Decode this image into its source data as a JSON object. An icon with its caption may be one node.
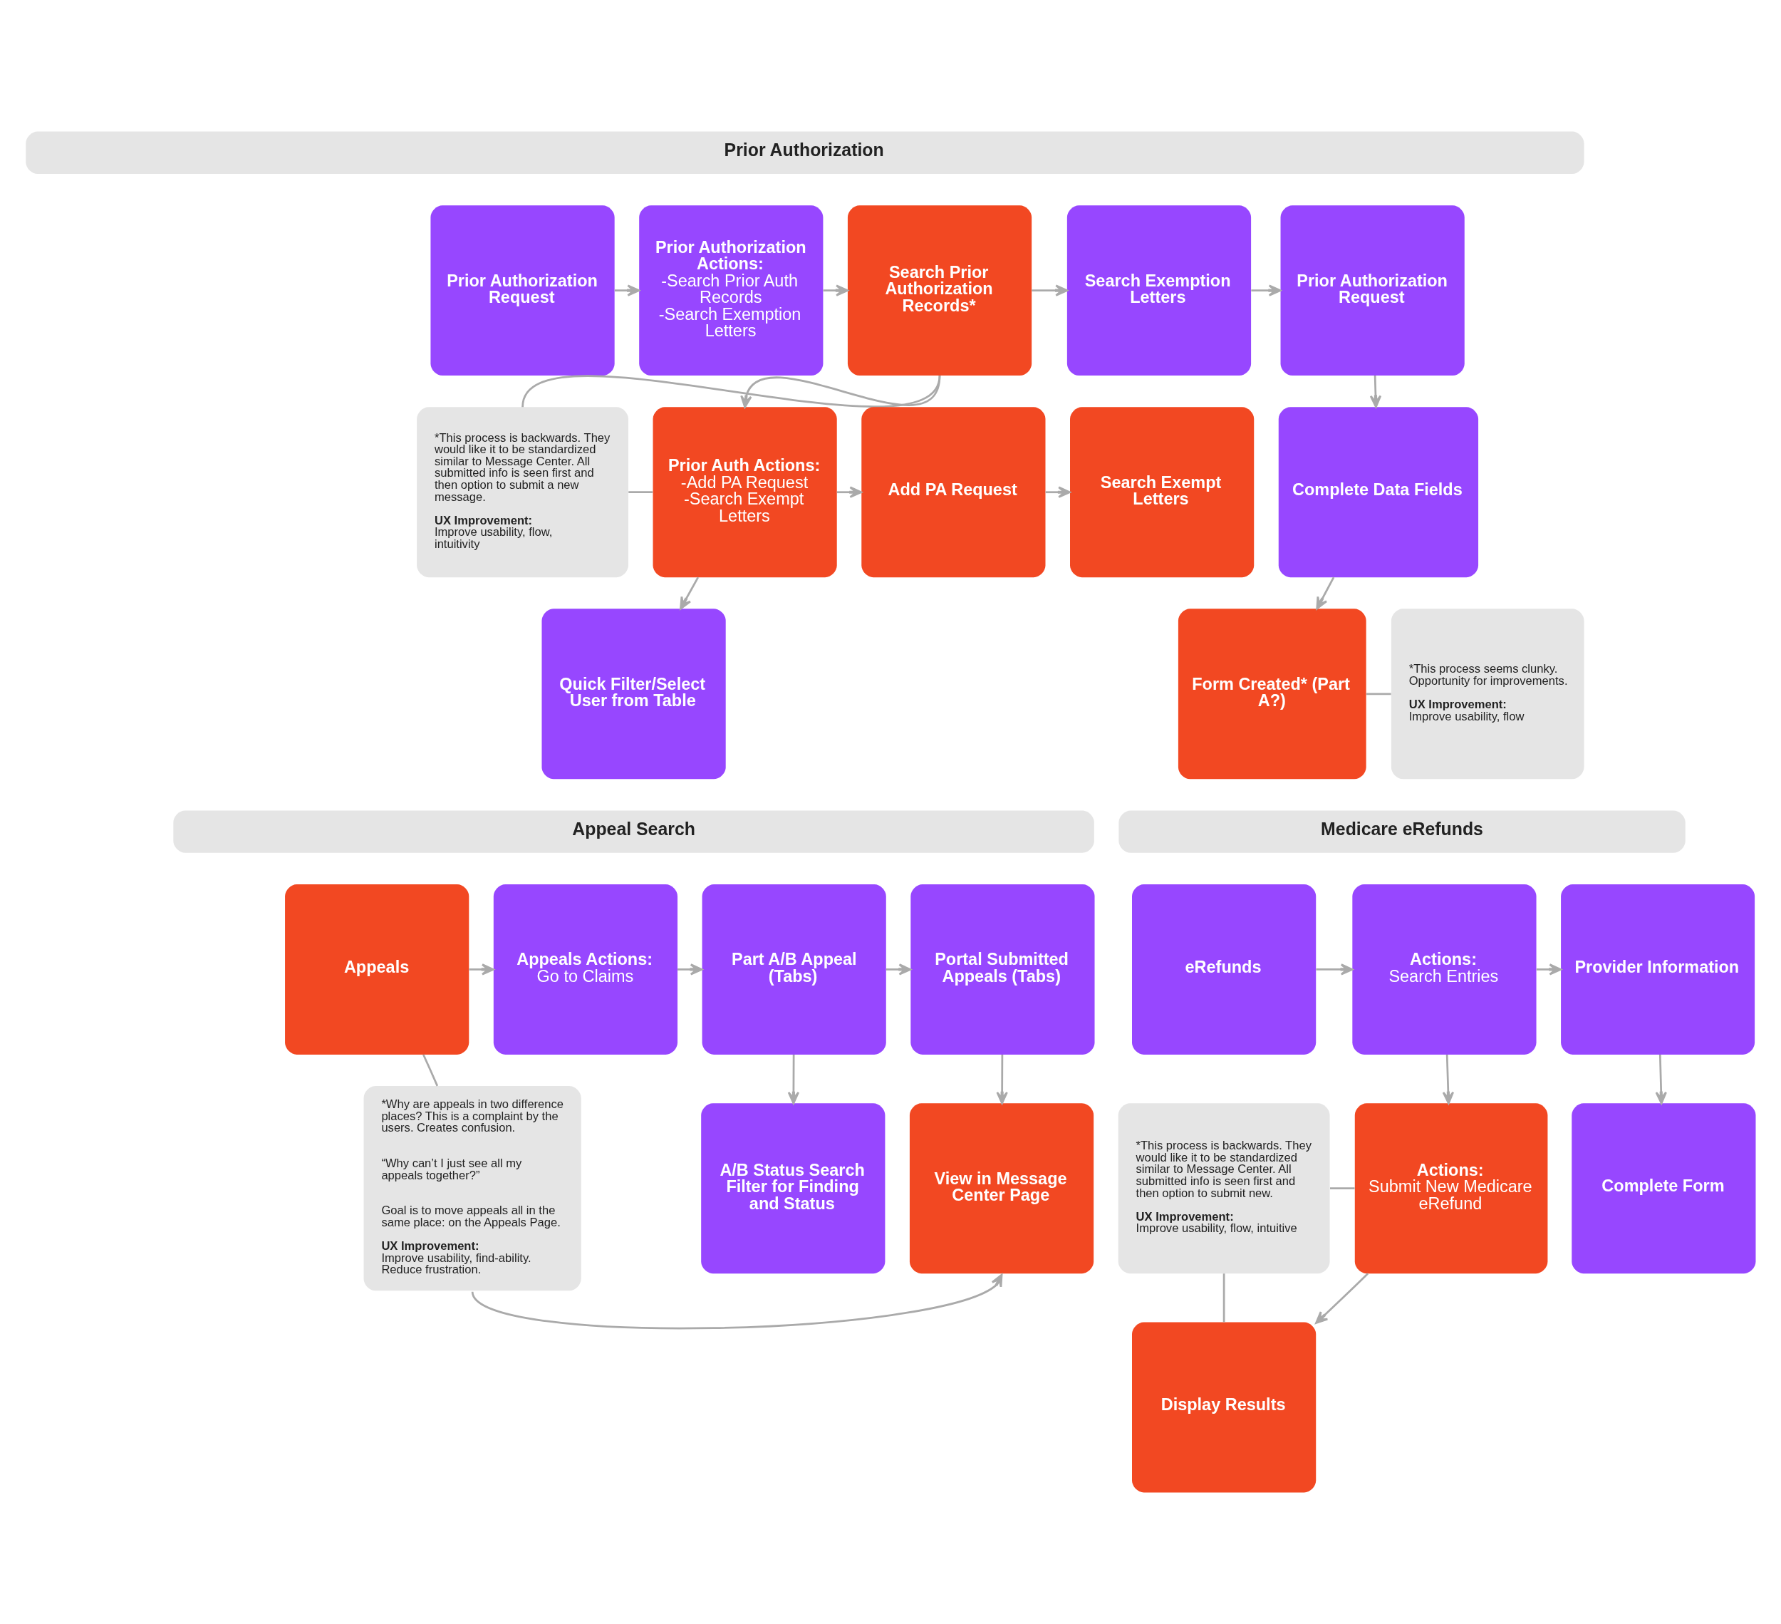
{
  "diagram": {
    "nodes": [
      {
        "text": [
          "Prior Authorization"
        ]
      },
      {
        "text": [
          "Prior Authorization Request"
        ]
      },
      {
        "text": [
          "Prior Authorization Actions:",
          "-Search Prior Auth Records",
          "-Search Exemption Letters"
        ]
      },
      {
        "text": [
          "Search Prior Authorization Records*"
        ]
      },
      {
        "text": [
          "Search Exemption Letters"
        ]
      },
      {
        "text": [
          "Prior Authorization Request"
        ]
      },
      {
        "text": [
          "*This process is backwards. They would like it to be standardized similar to Message Center. All submitted info is seen first and then option to submit a new message.",
          "UX Improvement:",
          "Improve usability, flow, intuitivity"
        ]
      },
      {
        "text": [
          "Prior Auth Actions:",
          "-Add PA Request",
          "-Search Exempt Letters"
        ]
      },
      {
        "text": [
          "Add PA Request"
        ]
      },
      {
        "text": [
          "Search Exempt Letters"
        ]
      },
      {
        "text": [
          "Complete Data Fields"
        ]
      },
      {
        "text": [
          "Quick Filter/Select User from Table"
        ]
      },
      {
        "text": [
          "Form Created* (Part A?)"
        ]
      },
      {
        "text": [
          "*This process seems clunky. Opportunity for improvements.",
          "UX Improvement:",
          "Improve usability, flow"
        ]
      },
      {
        "text": [
          "Appeal Search"
        ]
      },
      {
        "text": [
          "Medicare eRefunds"
        ]
      },
      {
        "text": [
          "Appeals"
        ]
      },
      {
        "text": [
          "Appeals Actions:",
          "Go to Claims"
        ]
      },
      {
        "text": [
          "Part A/B Appeal (Tabs)"
        ]
      },
      {
        "text": [
          "Portal Submitted Appeals (Tabs)"
        ]
      },
      {
        "text": [
          "*Why are appeals in two difference places? This is a complaint by the users. Creates confusion.",
          "“Why can’t I just see all my appeals together?”",
          "Goal is to move appeals all in the same place: on the Appeals Page.",
          "UX Improvement:",
          "Improve usability, find-ability. Reduce frustration."
        ]
      },
      {
        "text": [
          "A/B Status Search Filter for Finding and Status"
        ]
      },
      {
        "text": [
          "View in Message Center Page"
        ]
      },
      {
        "text": [
          "eRefunds"
        ]
      },
      {
        "text": [
          "Actions:",
          "Search Entries"
        ]
      },
      {
        "text": [
          "Provider Information"
        ]
      },
      {
        "text": [
          "*This process is backwards. They would like it to be standardized similar to Message Center. All submitted info is seen first and then option to submit new.",
          "UX Improvement:",
          "Improve usability, flow, intuitive"
        ]
      },
      {
        "text": [
          "Actions:",
          "Submit New Medicare eRefund"
        ]
      },
      {
        "text": [
          "Complete Form"
        ]
      },
      {
        "text": [
          "Display Results"
        ]
      }
    ],
    "edges": [
      {
        "from": 1,
        "to": 2,
        "arrow": "to"
      },
      {
        "from": 2,
        "to": 3,
        "arrow": "to"
      },
      {
        "from": 3,
        "to": 4,
        "arrow": "to"
      },
      {
        "from": 4,
        "to": 5,
        "arrow": "to"
      },
      {
        "from": 3,
        "to": 7,
        "arrow": "to"
      },
      {
        "from": 3,
        "to": 6,
        "arrow": "none"
      },
      {
        "from": 6,
        "to": 7,
        "arrow": "none"
      },
      {
        "from": 7,
        "to": 8,
        "arrow": "to"
      },
      {
        "from": 8,
        "to": 9,
        "arrow": "to"
      },
      {
        "from": 7,
        "to": 11,
        "arrow": "to"
      },
      {
        "from": 5,
        "to": 10,
        "arrow": "to"
      },
      {
        "from": 10,
        "to": 12,
        "arrow": "to"
      },
      {
        "from": 12,
        "to": 13,
        "arrow": "none"
      },
      {
        "from": 16,
        "to": 17,
        "arrow": "to"
      },
      {
        "from": 17,
        "to": 18,
        "arrow": "to"
      },
      {
        "from": 18,
        "to": 19,
        "arrow": "to"
      },
      {
        "from": 18,
        "to": 21,
        "arrow": "to"
      },
      {
        "from": 19,
        "to": 22,
        "arrow": "to"
      },
      {
        "from": 16,
        "to": 20,
        "arrow": "none"
      },
      {
        "from": 20,
        "to": 22,
        "arrow": "to"
      },
      {
        "from": 23,
        "to": 24,
        "arrow": "to"
      },
      {
        "from": 24,
        "to": 25,
        "arrow": "to"
      },
      {
        "from": 24,
        "to": 27,
        "arrow": "to"
      },
      {
        "from": 25,
        "to": 28,
        "arrow": "to"
      },
      {
        "from": 27,
        "to": 29,
        "arrow": "to"
      },
      {
        "from": 26,
        "to": 27,
        "arrow": "none"
      },
      {
        "from": 26,
        "to": 29,
        "arrow": "none"
      }
    ]
  }
}
